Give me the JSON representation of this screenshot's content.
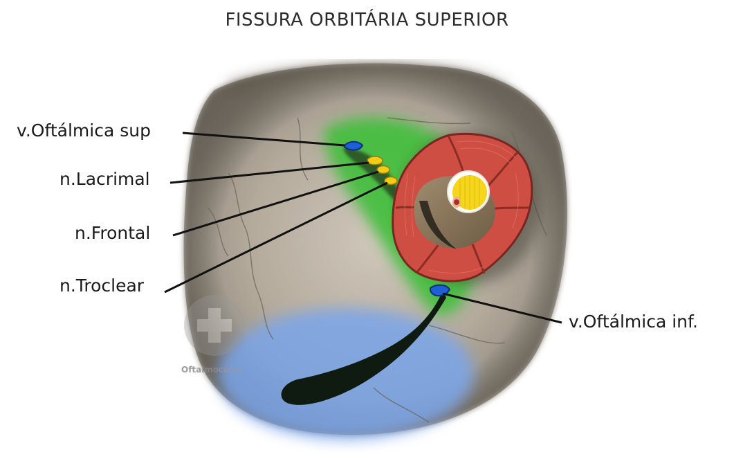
{
  "title": "FISSURA ORBITÁRIA SUPERIOR",
  "labels": {
    "v_oftalmica_sup": "v.Oftálmica sup",
    "n_lacrimal": "n.Lacrimal",
    "n_frontal": "n.Frontal",
    "n_troclear": "n.Troclear",
    "v_oftalmica_inf": "v.Oftálmica inf."
  },
  "watermark": {
    "brand_bold": "Oftalmo",
    "brand_light": "curso"
  },
  "colors": {
    "bone": "#a9a194",
    "green_region": "#3fbf3a",
    "blue_region": "#7fa8e8",
    "muscle": "#d9534a",
    "nerve_yellow": "#f2d21b",
    "vein_blue": "#1f5fd6",
    "leader_line": "#111111"
  }
}
